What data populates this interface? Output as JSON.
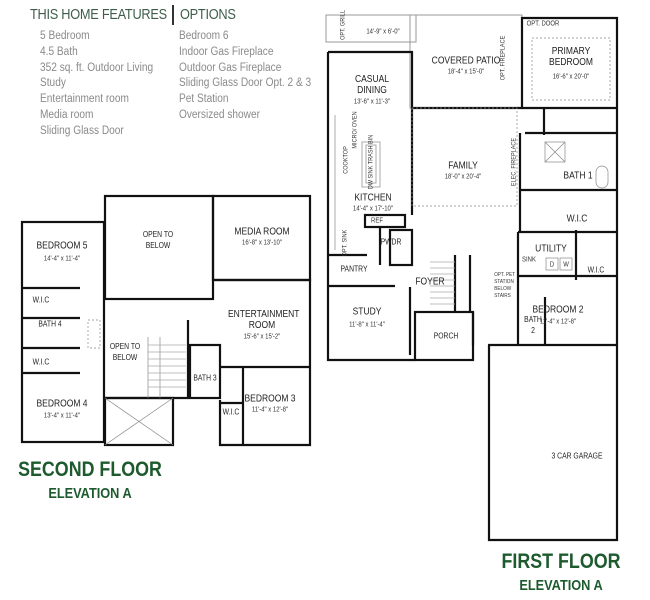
{
  "features": {
    "title": "THIS HOME FEATURES",
    "items": [
      "5 Bedroom",
      "4.5 Bath",
      "352 sq. ft. Outdoor Living",
      "Study",
      "Entertainment room",
      "Media room",
      "Sliding Glass Door"
    ]
  },
  "options": {
    "title": "OPTIONS",
    "items": [
      "Bedroom 6",
      "Indoor Gas Fireplace",
      "Outdoor Gas Fireplace",
      "Sliding Glass Door Opt. 2 & 3",
      "Pet Station",
      "Oversized shower"
    ]
  },
  "second_floor": {
    "title": "SECOND FLOOR",
    "subtitle": "ELEVATION A",
    "rooms": {
      "bedroom5": {
        "name": "BEDROOM 5",
        "dims": "14'-4\" x 11'-4\""
      },
      "open_top": {
        "name": "OPEN TO BELOW"
      },
      "media": {
        "name": "MEDIA ROOM",
        "dims": "16'-8\" x 13'-10\""
      },
      "wic_a": {
        "name": "W.I.C"
      },
      "bath4": {
        "name": "BATH 4"
      },
      "wic_b": {
        "name": "W.I.C"
      },
      "bedroom4": {
        "name": "BEDROOM 4",
        "dims": "13'-4\" x 11'-4\""
      },
      "open_stair": {
        "name": "OPEN TO BELOW"
      },
      "entertainment": {
        "name": "ENTERTAINMENT ROOM",
        "dims": "15'-6\" x 15'-2\""
      },
      "bath3": {
        "name": "BATH 3"
      },
      "wic_c": {
        "name": "W.I.C"
      },
      "bedroom3": {
        "name": "BEDROOM 3",
        "dims": "11'-4\" x 12'-8\""
      }
    }
  },
  "first_floor": {
    "title": "FIRST FLOOR",
    "subtitle": "ELEVATION A",
    "rooms": {
      "grill": {
        "name": "OPT. GRILL",
        "dims": "14'-9\" x 6'-0\""
      },
      "patio": {
        "name": "COVERED PATIO",
        "dims": "18'-4\" x 15'-0\""
      },
      "opt_fireplace": {
        "name": "OPT. FIREPLACE"
      },
      "opt_door": {
        "name": "OPT. DOOR"
      },
      "primary": {
        "name": "PRIMARY BEDROOM",
        "dims": "16'-6\" x 20'-0\""
      },
      "dining": {
        "name": "CASUAL DINING",
        "dims": "13'-6\" x 11'-3\""
      },
      "micro": {
        "name": "MICRO/ OVEN"
      },
      "cooktop": {
        "name": "COOKTOP"
      },
      "island": {
        "name": "DW SINK TRASH BIN"
      },
      "family": {
        "name": "FAMILY",
        "dims": "18'-0\" x 20'-4\""
      },
      "elec_fireplace": {
        "name": "ELEC. FIREPLACE"
      },
      "bath1": {
        "name": "BATH 1"
      },
      "kitchen": {
        "name": "KITCHEN",
        "dims": "14'-4\" x 17'-10\""
      },
      "wic1": {
        "name": "W.I.C"
      },
      "ref": {
        "name": "REF"
      },
      "opt_sink": {
        "name": "OPT. SINK"
      },
      "pwdr": {
        "name": "PWDR"
      },
      "utility": {
        "name": "UTILITY",
        "d": "D",
        "w": "W",
        "sink": "SINK"
      },
      "pantry": {
        "name": "PANTRY"
      },
      "foyer": {
        "name": "FOYER"
      },
      "wic2": {
        "name": "W.I.C"
      },
      "pet": {
        "name": "OPT. PET STATION BELOW STAIRS"
      },
      "bedroom2": {
        "name": "BEDROOM 2",
        "dims": "11'-4\" x 12'-8\""
      },
      "study": {
        "name": "STUDY",
        "dims": "11'-8\" x 11'-4\""
      },
      "porch": {
        "name": "PORCH"
      },
      "bath2": {
        "name": "BATH 2"
      },
      "garage": {
        "name": "3 CAR GARAGE"
      }
    }
  },
  "colors": {
    "accent": "#1d5a2e",
    "heading": "#3e5d4a",
    "text": "#8a8a8a",
    "wall": "#111111"
  }
}
